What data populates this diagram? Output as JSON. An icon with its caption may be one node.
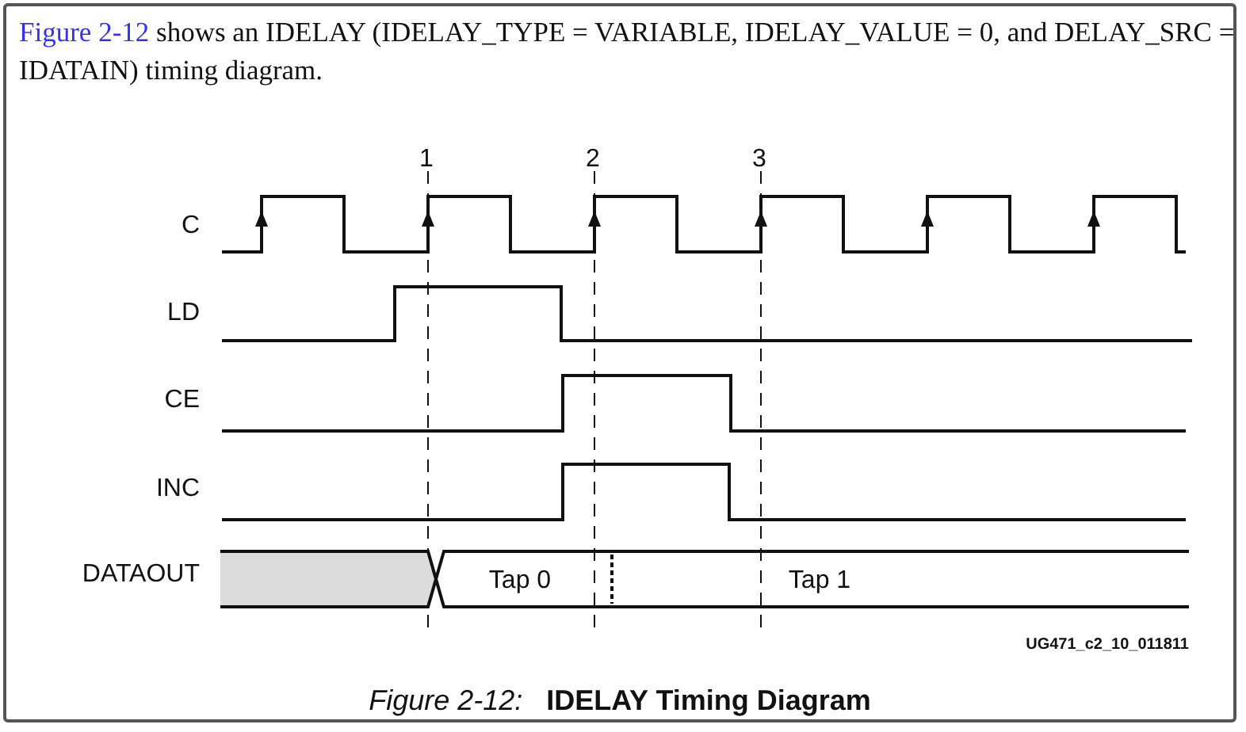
{
  "diagram": {
    "caption": "*Figure 2-12:*   **IDELAY Timing Diagram**",
    "labels": [
      "Figure 2-12",
      "shows an IDELAY (IDELAY_TYPE = VARIABLE, IDELAY_VALUE = 0, and DELAY_SRC = IDATAIN) timing diagram.",
      "1",
      "2",
      "3",
      "C",
      "LD",
      "CE",
      "INC",
      "DATAOUT",
      "Tap 0",
      "Tap 1",
      "UG471_c2_10_011811"
    ]
  }
}
